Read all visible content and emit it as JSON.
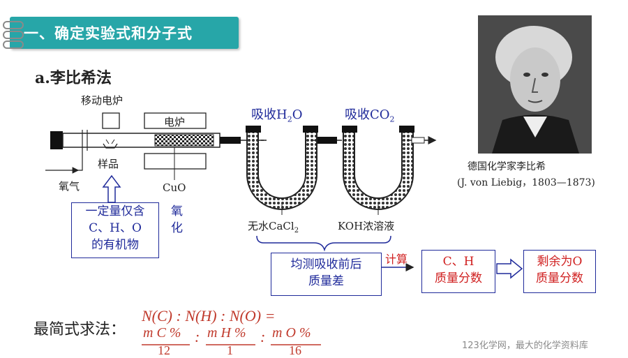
{
  "header": {
    "title": "一、确定实验式和分子式",
    "subtitle": "a.李比希法"
  },
  "apparatus": {
    "movable_furnace": "移动电炉",
    "furnace": "电炉",
    "sample": "样品",
    "oxygen": "氧气",
    "cuo": "CuO",
    "oxidize_1": "氧",
    "oxidize_2": "化",
    "absorb_h2o_prefix": "吸收H",
    "absorb_h2o_sub": "2",
    "absorb_h2o_suffix": "O",
    "absorb_co2_prefix": "吸收CO",
    "absorb_co2_sub": "2",
    "cacl2_prefix": "无水CaCl",
    "cacl2_sub": "2",
    "koh": "KOH浓溶液"
  },
  "boxes": {
    "sample_box": [
      "一定量仅含",
      "C、H、O",
      "的有机物"
    ],
    "measure_box": [
      "均测吸收前后",
      "质量差"
    ],
    "calc_label": "计算",
    "ch_box": [
      "C、H",
      "质量分数"
    ],
    "o_box": [
      "剩余为O",
      "质量分数"
    ]
  },
  "portrait": {
    "caption_1": "德国化学家李比希",
    "caption_2": "(J. von Liebig，1803—1873)"
  },
  "formula": {
    "label": "最简式求法：",
    "ratio_line": "N(C) : N(H) : N(O) =",
    "frac_1_num": "m C %",
    "frac_1_den": "12",
    "frac_2_num": "m H %",
    "frac_2_den": "1",
    "frac_3_num": "m O %",
    "frac_3_den": "16",
    "sep": ":"
  },
  "watermark": "123化学网，最大的化学资料库",
  "colors": {
    "banner": "#27a6a8",
    "diagram_blue": "#1f2a9a",
    "formula_red": "#c0392b"
  }
}
